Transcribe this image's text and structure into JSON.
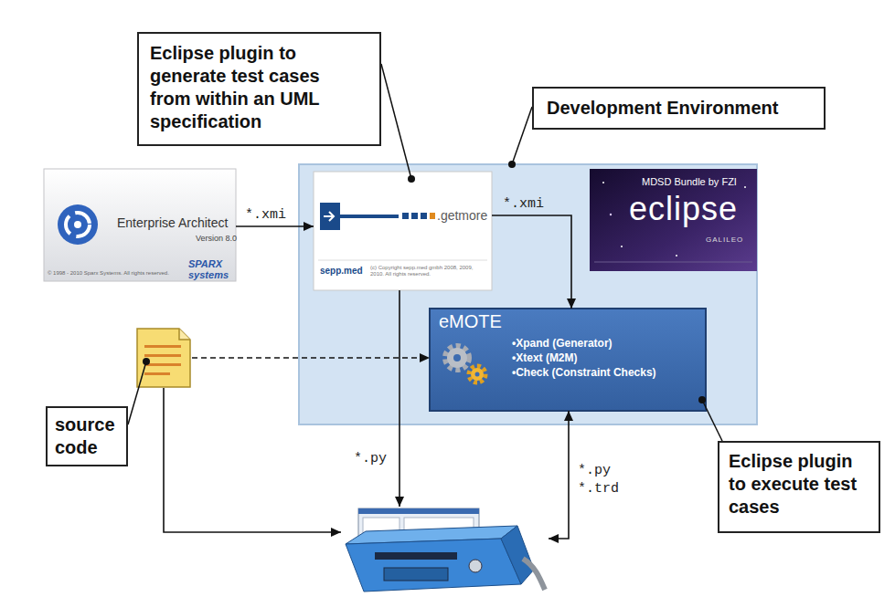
{
  "diagram": {
    "nodes": [
      {
        "text": [
          "Eclipse plugin to generate test cases from within an UML specification"
        ]
      },
      {
        "text": [
          "Development Environment"
        ]
      },
      {
        "text": [
          "Enterprise Architect",
          "Version 8.0",
          "SPARX systems",
          "© 1998 - 2010 Sparx Systems. All rights reserved."
        ]
      },
      {
        "text": []
      },
      {
        "text": [
          ".getmore",
          "sepp.med",
          "(c) Copyright sepp.med gmbh 2008, 2009, 2010. All rights reserved."
        ],
        "in": 3
      },
      {
        "text": [
          "MDSD Bundle by FZI",
          "eclipse",
          "GALILEO"
        ],
        "in": 3
      },
      {
        "text": [
          "eMOTE",
          "•Xpand (Generator)",
          "•Xtext (M2M)",
          "•Check (Constraint Checks)"
        ],
        "in": 3
      },
      {
        "text": []
      },
      {
        "text": [
          "source code"
        ]
      },
      {
        "text": []
      },
      {
        "text": [
          "Eclipse plugin to execute test cases"
        ]
      }
    ],
    "edges": [
      {
        "from": 2,
        "to": 4,
        "label": "*.xmi",
        "arrow": "to"
      },
      {
        "from": 4,
        "to": 6,
        "label": "*.xmi",
        "arrow": "to"
      },
      {
        "from": 4,
        "to": 9,
        "label": "*.py",
        "arrow": "to"
      },
      {
        "from": 7,
        "to": 6,
        "arrow": "to"
      },
      {
        "from": 7,
        "to": 9,
        "arrow": "to"
      },
      {
        "from": 6,
        "to": 9,
        "label": "*.py *.trd",
        "arrow": "both"
      },
      {
        "from": 0,
        "to": 4,
        "arrow": "none"
      },
      {
        "from": 1,
        "to": 3,
        "arrow": "none"
      },
      {
        "from": 8,
        "to": 7,
        "arrow": "none"
      },
      {
        "from": 10,
        "to": 6,
        "arrow": "none"
      }
    ]
  }
}
